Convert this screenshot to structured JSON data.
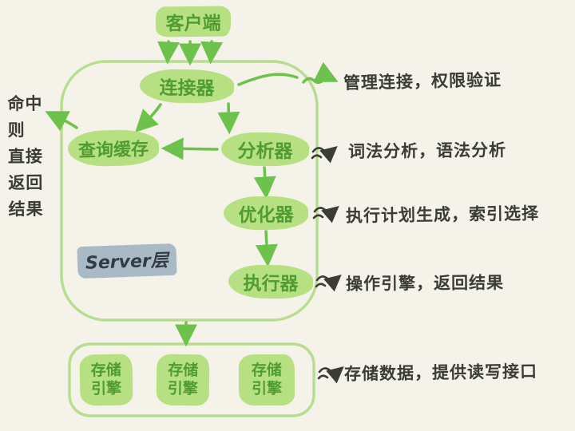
{
  "colors": {
    "background": "#f5f2e9",
    "shape_fill": "#b7e083",
    "shape_text": "#4f9c31",
    "arrow_green": "#6cc24a",
    "box_outline": "#b8dd90",
    "ink": "#3a3d35",
    "server_label_bg": "#a9bac6",
    "server_label_text": "#333b44"
  },
  "nodes": {
    "client": "客户端",
    "connector": "连接器",
    "query_cache": "查询缓存",
    "analyzer": "分析器",
    "optimizer": "优化器",
    "executor": "执行器",
    "server_layer": "Server层"
  },
  "storage_engines": [
    {
      "label": "存储\n引擎"
    },
    {
      "label": "存储\n引擎"
    },
    {
      "label": "存储\n引擎"
    }
  ],
  "annotations": {
    "connector": "管理连接，权限验证",
    "analyzer": "词法分析，语法分析",
    "optimizer": "执行计划生成，索引选择",
    "executor": "操作引擎，返回结果",
    "storage": "存储数据，提供读写接口",
    "cache_hit": "命中\n则\n直接\n返回\n结果"
  }
}
